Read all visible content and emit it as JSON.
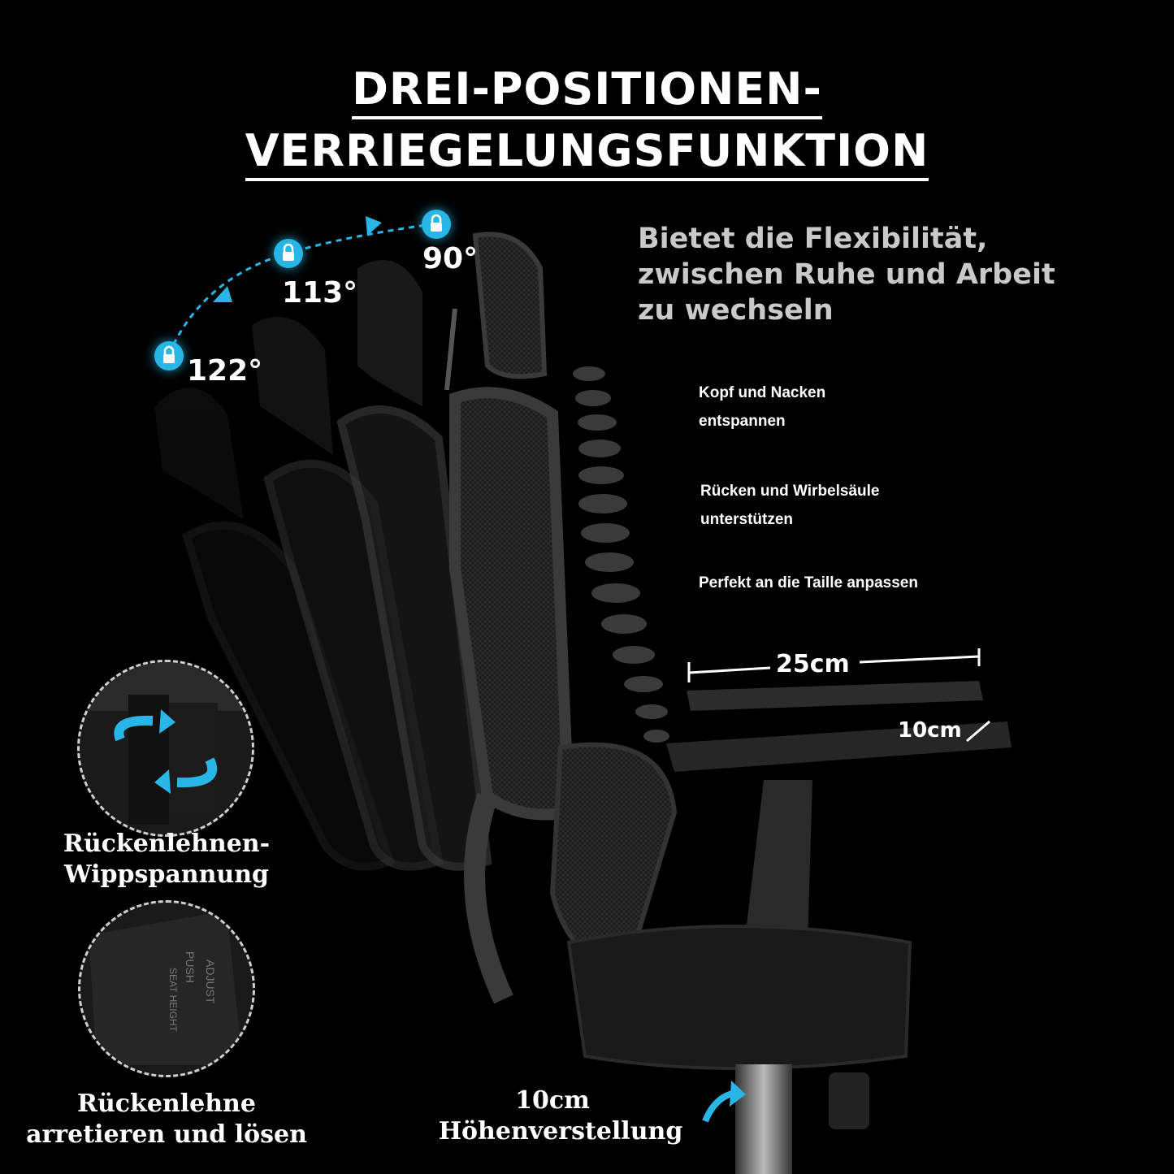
{
  "title": {
    "line1": "DREI-POSITIONEN-",
    "line2": "VERRIEGELUNGSFUNKTION"
  },
  "subtitle": {
    "line1": "Bietet die Flexibilität,",
    "line2": "zwischen Ruhe und Arbeit",
    "line3": "zu wechseln"
  },
  "angles": {
    "a90": "90°",
    "a113": "113°",
    "a122": "122°"
  },
  "features": {
    "head_line1": "Kopf und Nacken",
    "head_line2": "entspannen",
    "back_line1": "Rücken und Wirbelsäule",
    "back_line2": "unterstützen",
    "waist": "Perfekt an die Taille anpassen"
  },
  "dimensions": {
    "armrest_width": "25cm",
    "armrest_depth": "10cm",
    "height_value": "10cm",
    "height_label": "Höhenverstellung"
  },
  "details": {
    "tension_line1": "Rückenlehnen-",
    "tension_line2": "Wippspannung",
    "lock_line1": "Rückenlehne",
    "lock_line2": "arretieren und lösen",
    "lever_text1": "PUSH",
    "lever_text2": "ADJUST",
    "lever_text3": "SEAT HEIGHT"
  },
  "colors": {
    "accent": "#29b6e6",
    "background": "#000000",
    "subtitle": "#c9c9c9"
  }
}
